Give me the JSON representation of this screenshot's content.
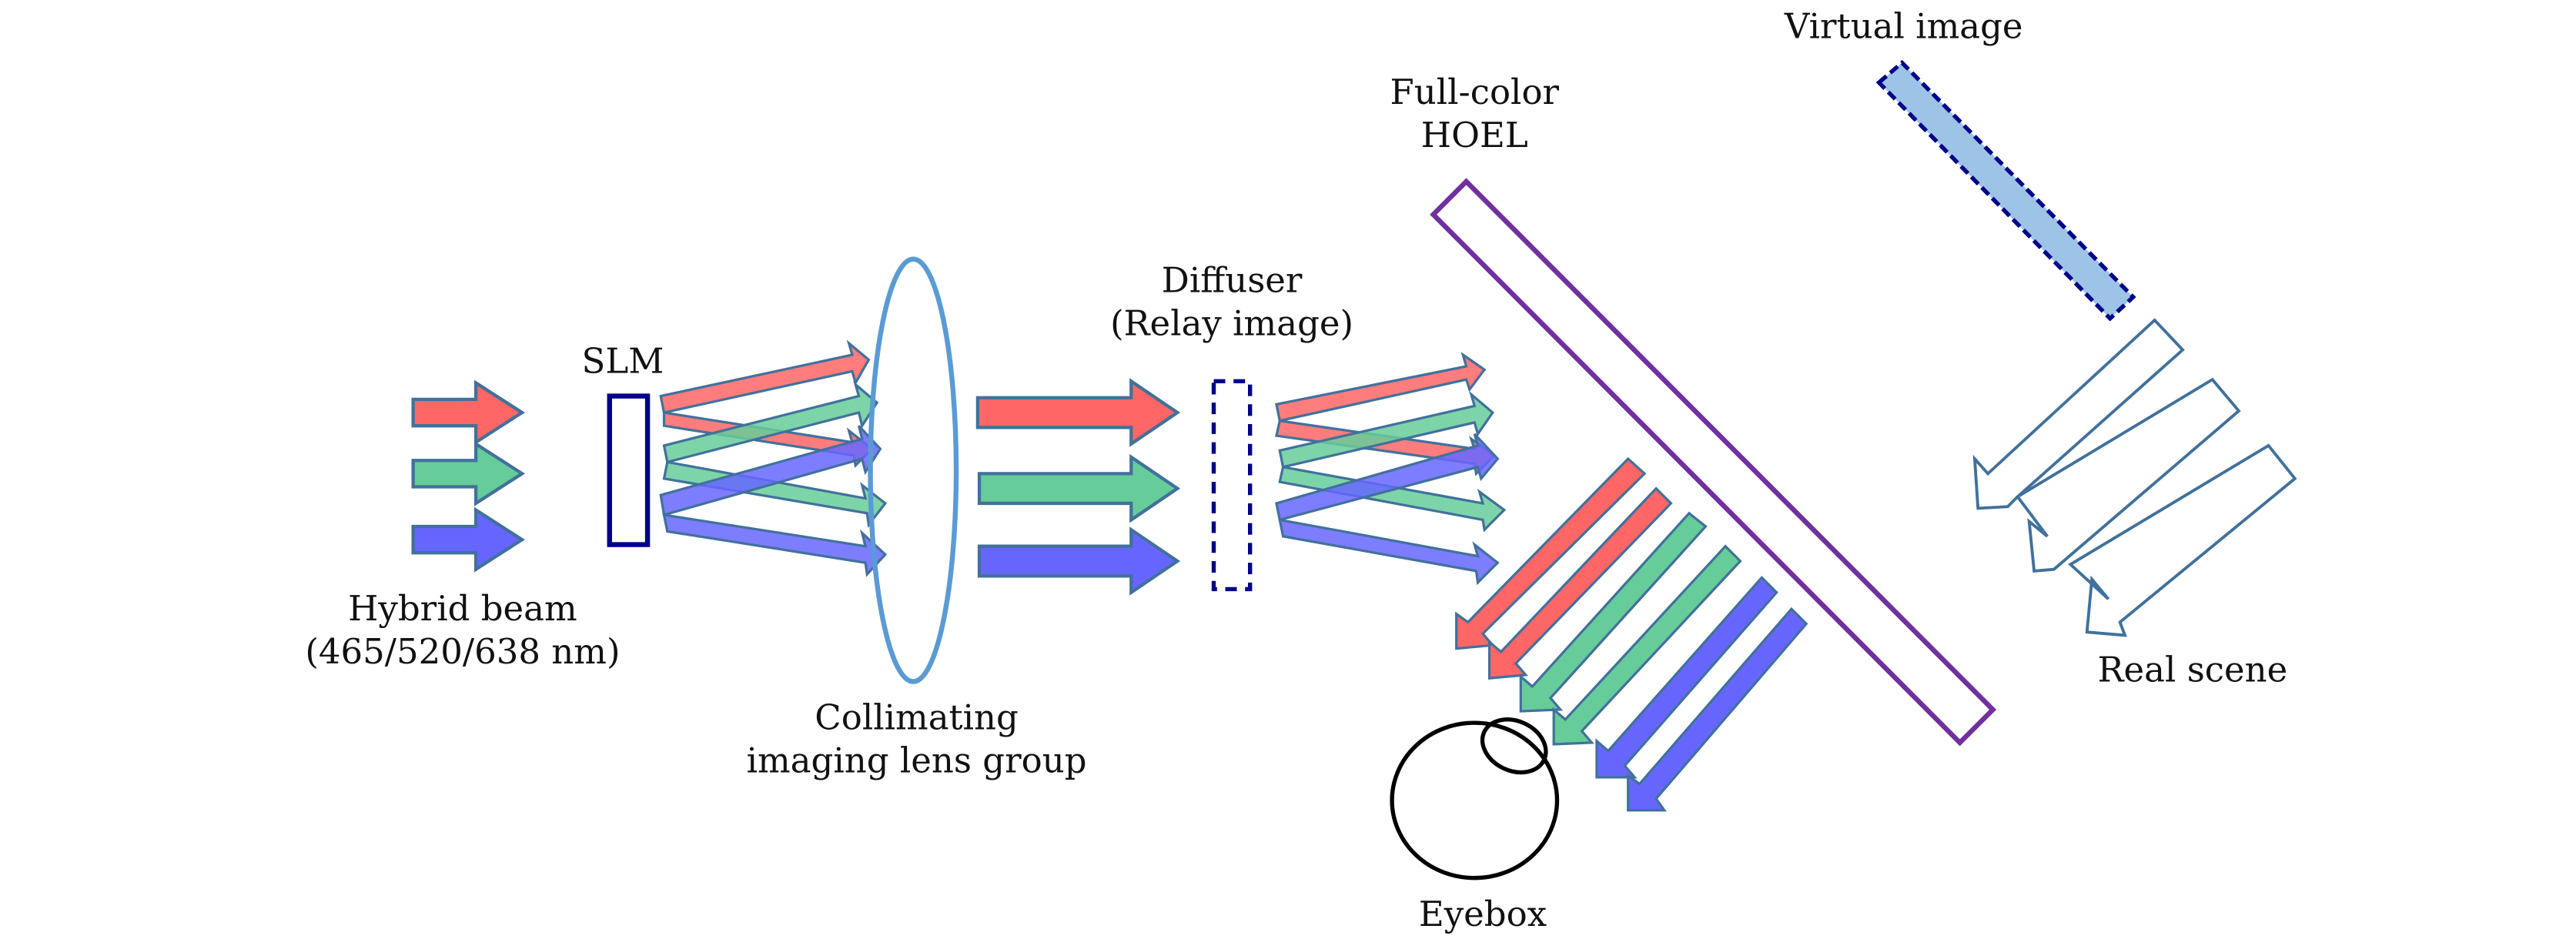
{
  "title": "Full-color holographic AR display optical layout",
  "labels": {
    "hybrid_beam_line1": "Hybrid beam",
    "hybrid_beam_line2": "(465/520/638 nm)",
    "slm": "SLM",
    "lens_line1": "Collimating",
    "lens_line2": "imaging lens group",
    "diffuser_line1": "Diffuser",
    "diffuser_line2": "(Relay image)",
    "hoel_line1": "Full-color",
    "hoel_line2": "HOEL",
    "virtual_image": "Virtual image",
    "real_scene": "Real scene",
    "eyebox": "Eyebox"
  },
  "colors": {
    "red_beam": "#ff6666",
    "green_beam": "#66cc99",
    "blue_beam": "#6666ff",
    "arrow_stroke": "#41719c",
    "slm_stroke": "#00008b",
    "lens_stroke": "#5b9bd5",
    "hoel_stroke": "#7030a0",
    "virtual_image_fill": "#9dc3e6",
    "real_scene_stroke": "#41719c"
  },
  "wavelengths_nm": [
    465,
    520,
    638
  ]
}
